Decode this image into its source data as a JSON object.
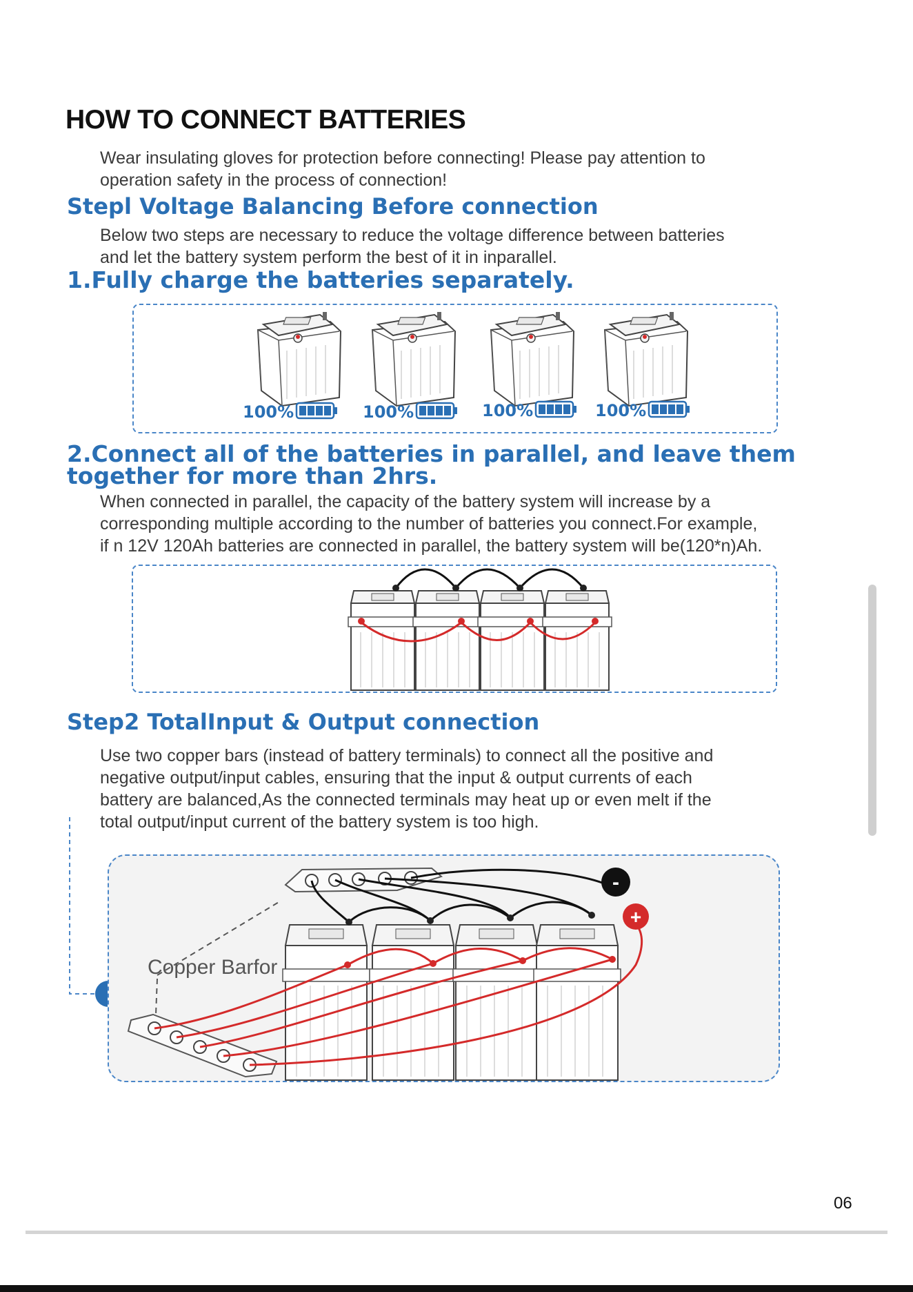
{
  "title": "HOW TO CONNECT BATTERIES",
  "intro": [
    "Wear insulating gloves for protection before connecting! Please pay attention to",
    "operation safety in the process of connection!"
  ],
  "step1": {
    "heading": "Stepl Voltage Balancing Before connection",
    "description": [
      "Below two steps are necessary to reduce the voltage difference between batteries",
      "and let the battery system perform the best of it in  inparallel."
    ],
    "item1": {
      "heading": "1.Fully charge the batteries separately.",
      "charge_labels": [
        "100%",
        "100%",
        "100%",
        "100%"
      ],
      "charge_level": 1.0
    },
    "item2": {
      "heading": [
        "2.Connect all of the batteries in parallel, and leave them",
        "together for more than 2hrs."
      ],
      "description": [
        "When connected in parallel, the capacity of the battery system will increase by a",
        "corresponding multiple according to the number of batteries you connect.For example,",
        "if n 12V 120Ah batteries are connected in parallel, the battery system will be(120*n)Ah."
      ]
    }
  },
  "step2": {
    "heading": "Step2 TotalInput & Output connection",
    "description": [
      "Use two copper bars (instead of battery terminals) to connect all the positive and",
      "negative output/input cables, ensuring that the input & output currents of each",
      "battery are balanced,As the connected terminals may heat up or even melt if the",
      "total output/input current of the battery system is too high."
    ],
    "copper_label": "Copper Barfor",
    "negative_symbol": "-",
    "positive_symbol": "+"
  },
  "page_number": "06",
  "colors": {
    "accent": "#2a6fb4",
    "dashed_border": "#4a86c8",
    "positive_cable": "#d42a2a",
    "negative_cable": "#111111",
    "scrollbar": "#cfcfcf"
  }
}
